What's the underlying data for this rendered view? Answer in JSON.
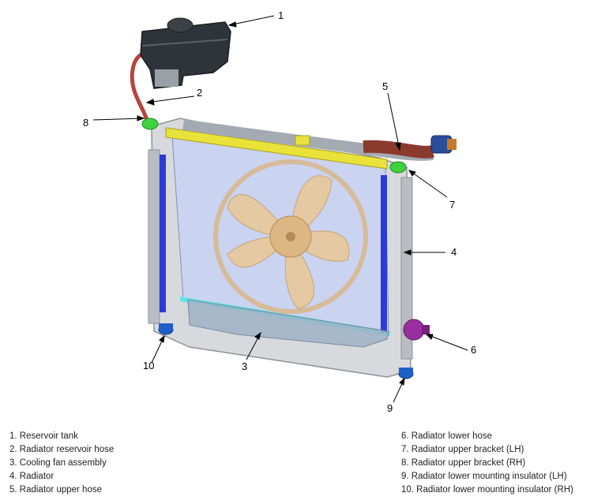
{
  "callouts": [
    "1",
    "2",
    "3",
    "4",
    "5",
    "6",
    "7",
    "8",
    "9",
    "10"
  ],
  "legend_left": [
    "1. Reservoir tank",
    "2. Radiator reservoir hose",
    "3. Cooling fan assembly",
    "4. Radiator",
    "5. Radiator upper hose"
  ],
  "legend_right": [
    "6. Radiator lower hose",
    "7. Radiator upper bracket (LH)",
    "8. Radiator upper bracket (RH)",
    "9. Radiator lower mounting insulator (LH)",
    "10. Radiator lower mounting insulator (RH)"
  ],
  "colors": {
    "radiator_core": "#c9d3f2",
    "frame": "#b9bcc2",
    "upper_tank": "#e8e23a",
    "lower_tank": "#5fe3e3",
    "side_tank": "#2d3bd6",
    "fan": "#e8c89a",
    "reservoir": "#2f343b",
    "upper_hose": "#8a3b2e",
    "bracket_green": "#3fd23f",
    "insulator_blue": "#1e5fc8",
    "lower_hose": "#9a2fa0"
  }
}
